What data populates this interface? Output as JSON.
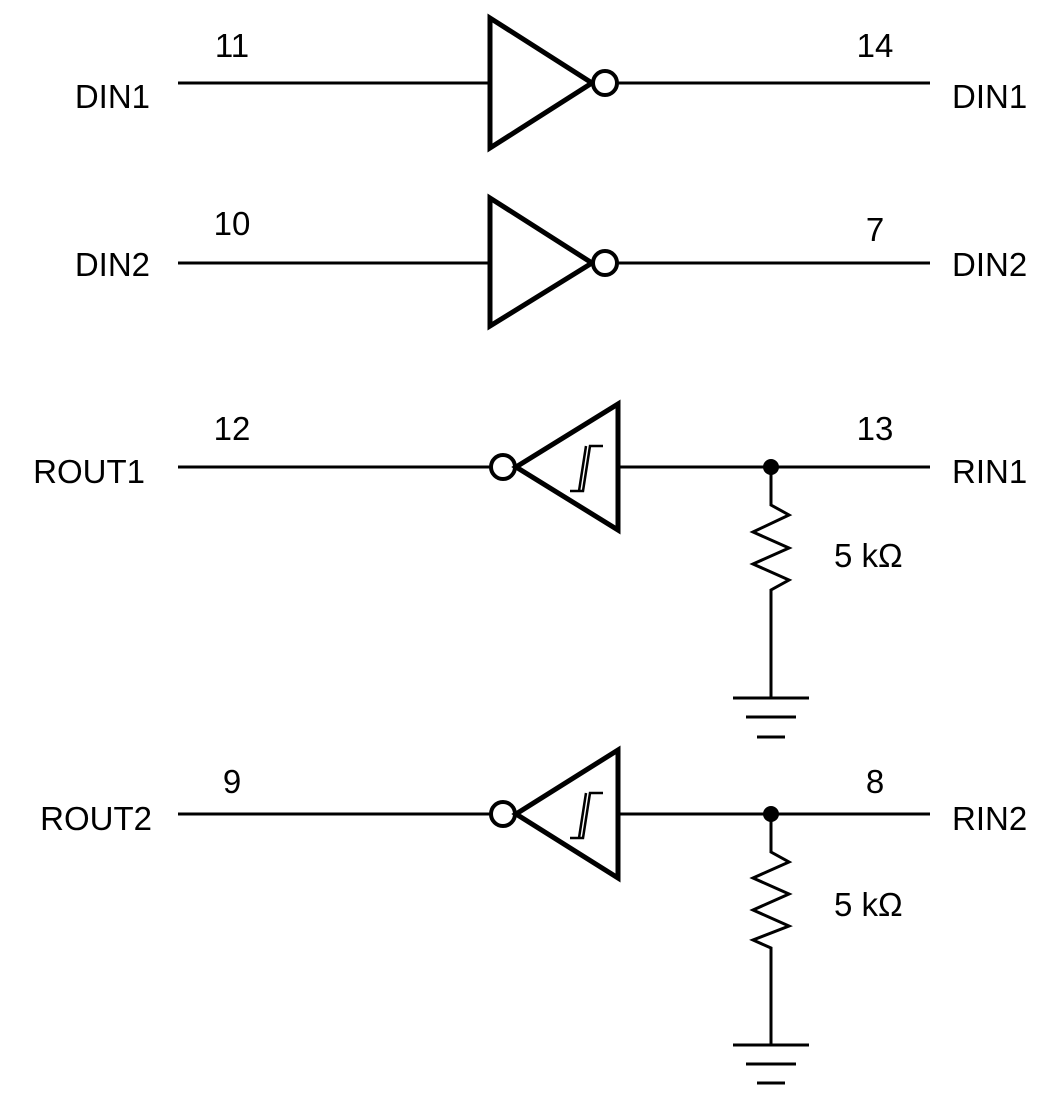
{
  "drivers": [
    {
      "input_label": "DIN1",
      "input_pin": "11",
      "output_pin": "14",
      "output_label": "DIN1"
    },
    {
      "input_label": "DIN2",
      "input_pin": "10",
      "output_pin": "7",
      "output_label": "DIN2"
    }
  ],
  "receivers": [
    {
      "output_label": "ROUT1",
      "output_pin": "12",
      "input_pin": "13",
      "input_label": "RIN1",
      "resistor": "5 kΩ"
    },
    {
      "output_label": "ROUT2",
      "output_pin": "9",
      "input_pin": "8",
      "input_label": "RIN2",
      "resistor": "5 kΩ"
    }
  ]
}
